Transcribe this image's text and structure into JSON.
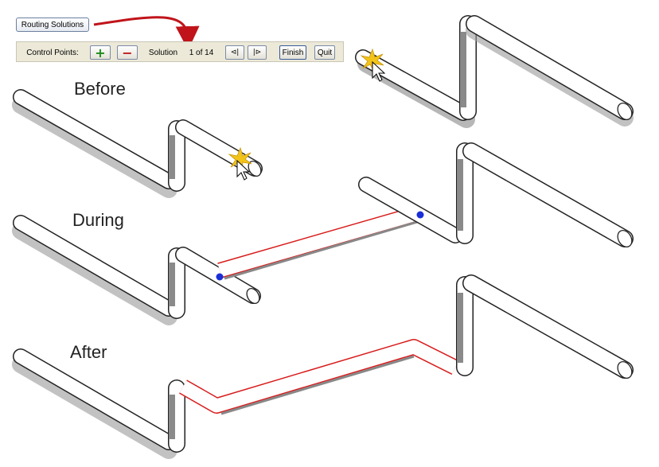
{
  "routing_button": {
    "label": "Routing Solutions"
  },
  "toolbar": {
    "control_points_label": "Control Points:",
    "add_icon": "+",
    "remove_icon": "−",
    "solution_label": "Solution",
    "solution_value": "1 of 14",
    "prev_icon": "⊲|",
    "next_icon": "|⊳",
    "finish_label": "Finish",
    "quit_label": "Quit"
  },
  "captions": {
    "before": "Before",
    "during": "During",
    "after": "After"
  },
  "colors": {
    "pipe_fill": "#ffffff",
    "pipe_outline": "#222222",
    "shadow": "#8f8f8f",
    "route_highlight": "#d81c1c",
    "control_point": "#1a2fd8",
    "arrow": "#c0141a",
    "click_burst": "#f2c41a"
  },
  "icons": {
    "cursor": "mouse-pointer-icon",
    "click": "click-burst-icon",
    "point": "control-point-dot"
  }
}
